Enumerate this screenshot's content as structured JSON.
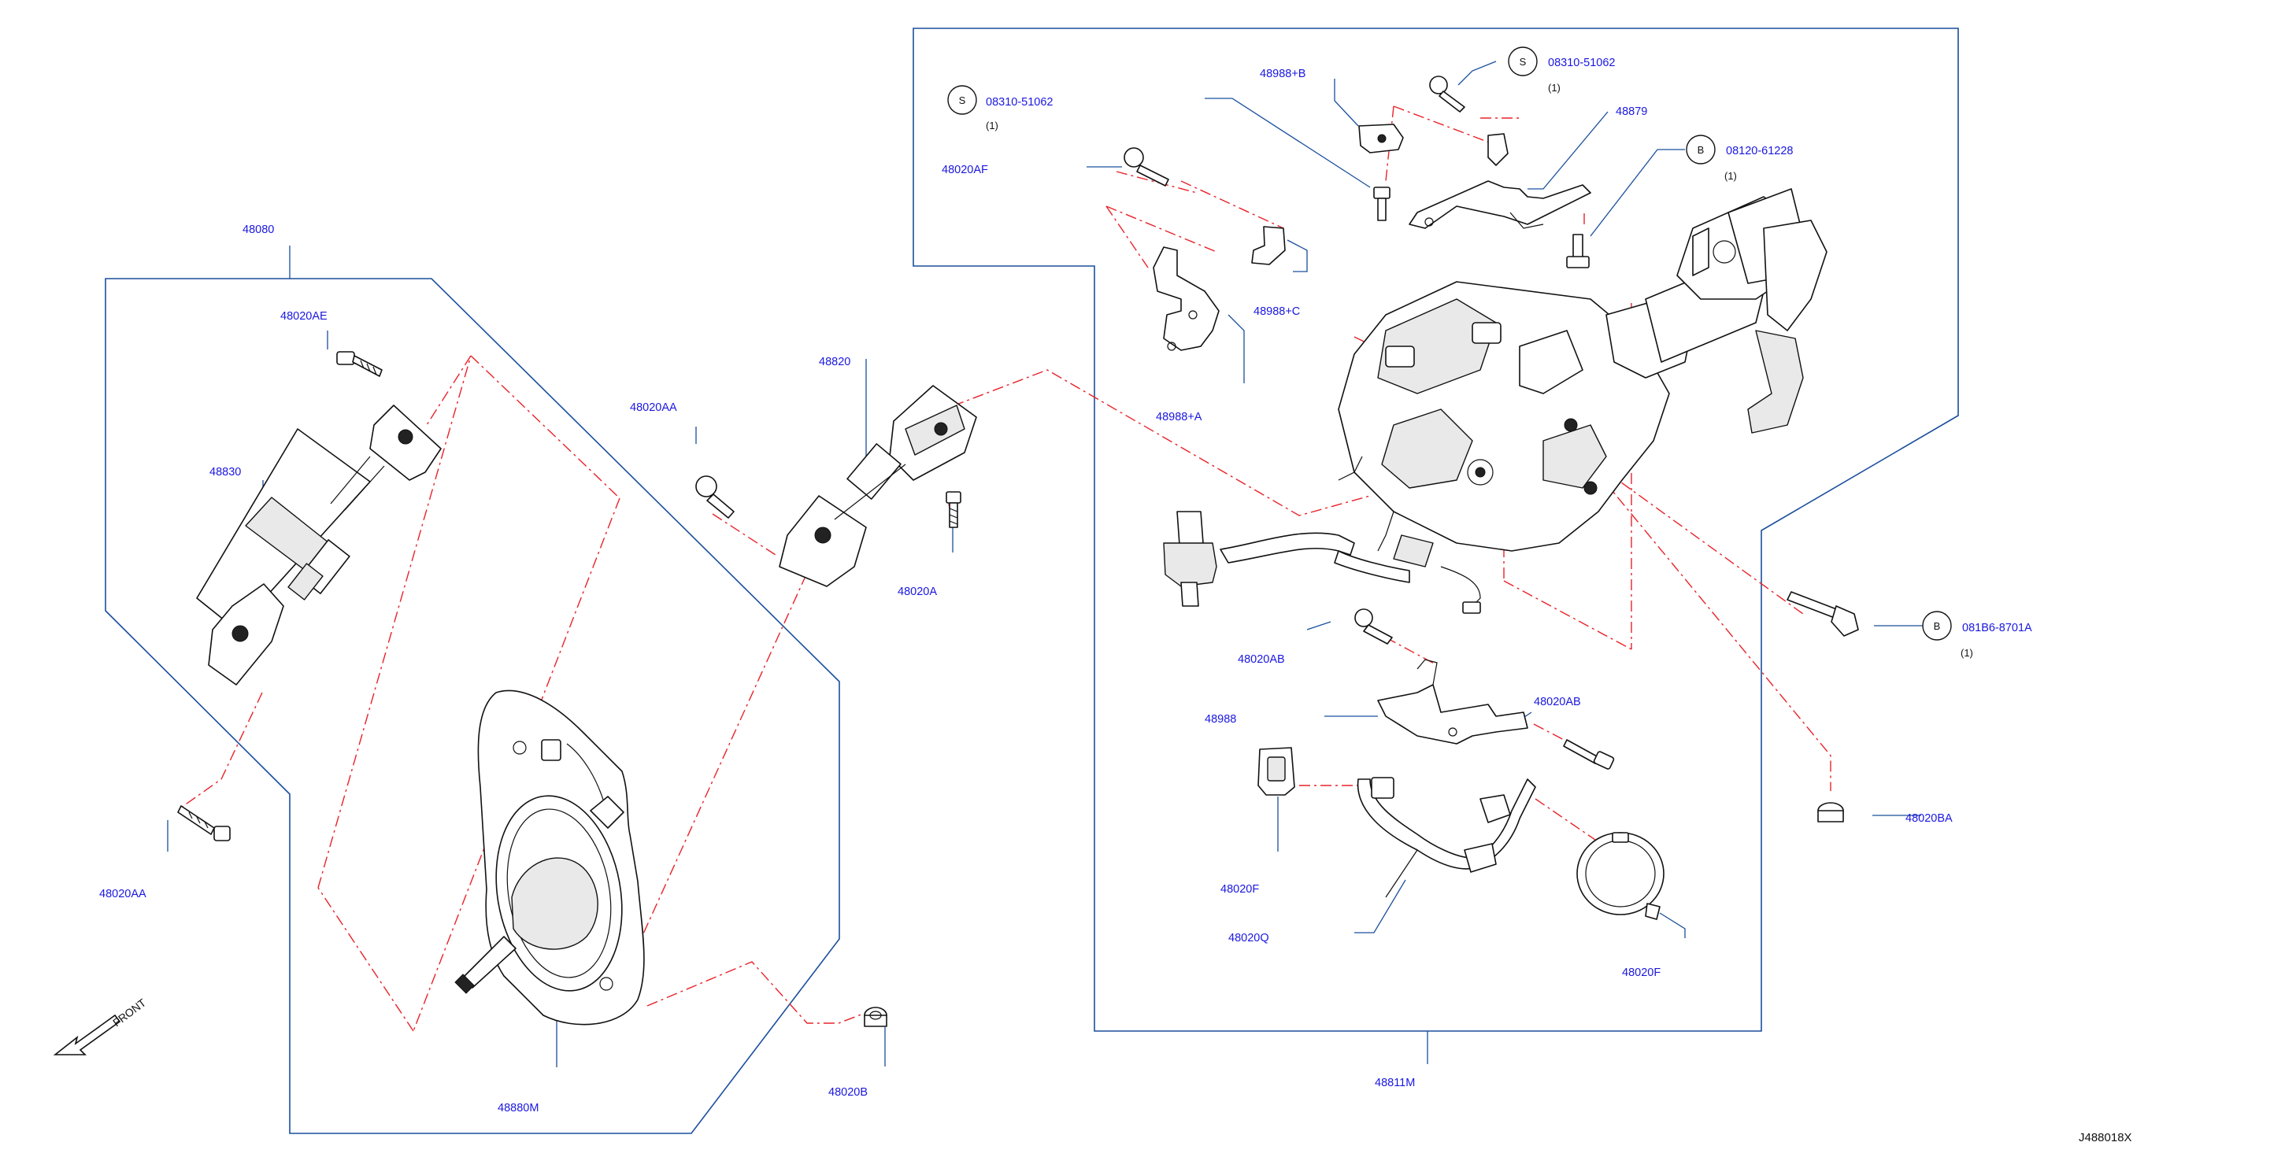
{
  "diagram_code": "J488018X",
  "front_label": "FRONT",
  "labels": {
    "p48080": "48080",
    "p48020AE": "48020AE",
    "p48830": "48830",
    "p48020AA_left": "48020AA",
    "p48020AA_mid": "48020AA",
    "p48820": "48820",
    "p48020A": "48020A",
    "p48880M": "48880M",
    "p48020B": "48020B",
    "p48020AF": "48020AF",
    "p48988B": "48988+B",
    "p48988C": "48988+C",
    "p48988A": "48988+A",
    "p48879": "48879",
    "p48020AB_1": "48020AB",
    "p48020AB_2": "48020AB",
    "p48988": "48988",
    "p48020F_1": "48020F",
    "p48020F_2": "48020F",
    "p48020Q": "48020Q",
    "p48020BA": "48020BA",
    "p48811M": "48811M"
  },
  "fasteners": {
    "s1": {
      "symbol": "S",
      "part": "08310-51062",
      "qty": "(1)"
    },
    "s2": {
      "symbol": "S",
      "part": "08310-51062",
      "qty": "(1)"
    },
    "b1": {
      "symbol": "B",
      "part": "08120-61228",
      "qty": "(1)"
    },
    "b2": {
      "symbol": "B",
      "part": "081B6-8701A",
      "qty": "(1)"
    }
  },
  "colors": {
    "label": "#1a17e0",
    "leader": "#1a4f9c",
    "dashed_line": "#e8232a",
    "part_outline": "#111111"
  },
  "icons": [
    "front-arrow-icon",
    "s-circle-icon",
    "b-circle-icon"
  ]
}
